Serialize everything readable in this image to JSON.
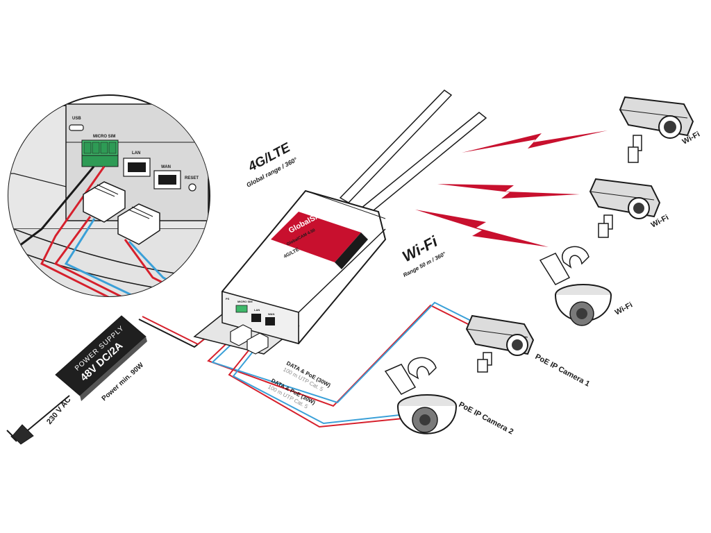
{
  "zoom_panel": {
    "usb_label": "USB",
    "sim_label": "MICRO SIM",
    "lan_label": "LAN",
    "wan_label": "WAN",
    "reset_label": "RESET"
  },
  "router": {
    "brand": "GlobalSAT",
    "model": "GlobalCAM 4.50",
    "badge": "4G/LTE",
    "port_labels": {
      "ps": "PS",
      "sim": "MICRO SIM",
      "lan": "LAN",
      "wan": "WAN"
    }
  },
  "lte_label": {
    "title": "4G/LTE",
    "subtitle": "Global range / 360°"
  },
  "wifi_label": {
    "title": "Wi-Fi",
    "subtitle": "Range 50 m / 360°"
  },
  "power_supply": {
    "line1": "POWER SUPPLY",
    "line2": "48V DC/2A",
    "line3": "Power min. 90W",
    "ac_label": "230 V AC"
  },
  "cables": [
    {
      "title": "DATA & PoE (30W)",
      "subtitle": "100 m UTP Cat. 5"
    },
    {
      "title": "DATA & PoE (30W)",
      "subtitle": "100 m UTP Cat. 5"
    }
  ],
  "cameras": [
    {
      "label": "Wi-Fi"
    },
    {
      "label": "Wi-Fi"
    },
    {
      "label": "Wi-Fi"
    },
    {
      "label": "PoE IP Camera 1"
    },
    {
      "label": "PoE IP Camera 2"
    }
  ],
  "colors": {
    "signal": "#c8102e",
    "cable_red": "#d6202c",
    "cable_blue": "#3aa0d8",
    "dark": "#1a1a1a",
    "brand": "#c8102e"
  }
}
